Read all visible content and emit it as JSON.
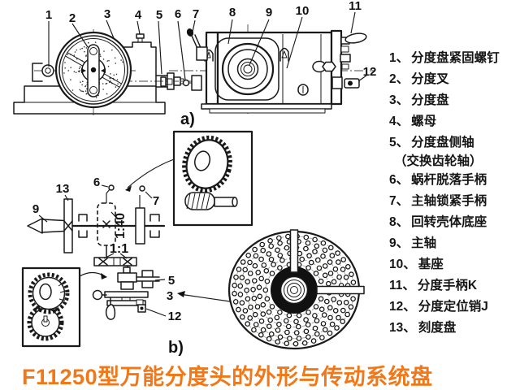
{
  "title": "F11250型万能分度头的外形与传动系统盘",
  "colors": {
    "title_orange": "#F07818",
    "ink": "#1A1A1A"
  },
  "figure_a": {
    "label": "a)",
    "callouts": {
      "c1": "1",
      "c2": "2",
      "c3": "3",
      "c4": "4",
      "c5": "5",
      "c6": "6",
      "c7": "7",
      "c8": "8",
      "c9": "9",
      "c10": "10",
      "c11": "11",
      "c12": "12"
    }
  },
  "figure_b": {
    "label": "b)",
    "callouts": {
      "c13": "13",
      "c9": "9",
      "c6": "6",
      "c7": "7",
      "c5": "5",
      "c3": "3",
      "c12": "12"
    },
    "worm_ratio": "1:40",
    "bevel_ratio": "1:1"
  },
  "legend": {
    "items": [
      {
        "num": "1、",
        "label": "分度盘紧固螺钉"
      },
      {
        "num": "2、",
        "label": "分度叉"
      },
      {
        "num": "3、",
        "label": "分度盘"
      },
      {
        "num": "4、",
        "label": "螺母"
      },
      {
        "num": "5、",
        "label": "分度盘侧轴",
        "label2": "（交换齿轮轴）"
      },
      {
        "num": "6、",
        "label": "蜗杆脱落手柄"
      },
      {
        "num": "7、",
        "label": "主轴锁紧手柄"
      },
      {
        "num": "8、",
        "label": "回转壳体底座"
      },
      {
        "num": "9、",
        "label": "主轴"
      },
      {
        "num": "10、",
        "label": "基座"
      },
      {
        "num": "11、",
        "label": "分度手柄K"
      },
      {
        "num": "12、",
        "label": "分度定位销J"
      },
      {
        "num": "13、",
        "label": "刻度盘"
      }
    ]
  }
}
